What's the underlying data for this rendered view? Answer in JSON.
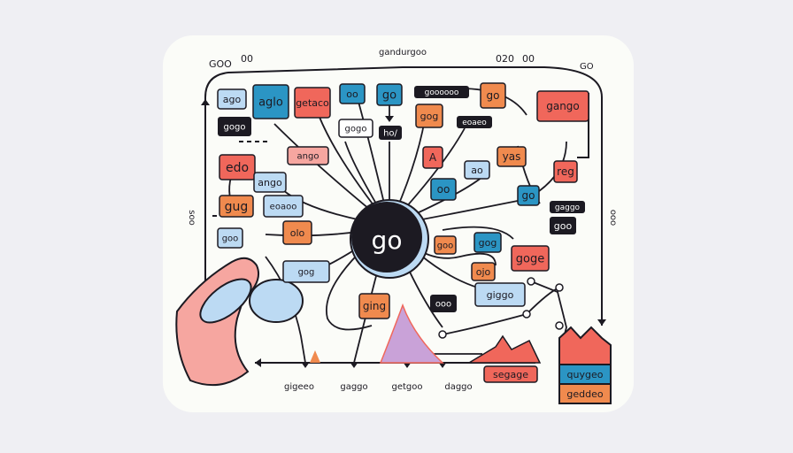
{
  "colors": {
    "background": "#efeff3",
    "card": "#fbfcf8",
    "ink": "#1c1a22",
    "coral": "#f0675b",
    "orange": "#f08a4e",
    "blue": "#2b95c4",
    "lightblue": "#bcdaf3",
    "pink": "#f6a6a0",
    "purple": "#c9a2d8",
    "black": "#1c1a22"
  },
  "center": {
    "label": "go"
  },
  "edge_labels": {
    "top_left": "GOO",
    "top_left_2": "00",
    "top_center": "gandurgoo",
    "top_right": "020",
    "top_right_2": "00",
    "top_far_right": "GO",
    "left_side": "soo",
    "right_side": "ooo"
  },
  "bottom_labels": [
    "gigeeo",
    "gaggo",
    "getgoo",
    "daggo"
  ],
  "nodes": [
    {
      "id": "n1",
      "label": "ago",
      "fill": "lightblue"
    },
    {
      "id": "n2",
      "label": "aglo",
      "fill": "blue"
    },
    {
      "id": "n3",
      "label": "getaco",
      "fill": "coral"
    },
    {
      "id": "n4",
      "label": "oo",
      "fill": "blue"
    },
    {
      "id": "n5",
      "label": "go",
      "fill": "blue"
    },
    {
      "id": "n6",
      "label": "goooooo",
      "fill": "black"
    },
    {
      "id": "n7",
      "label": "go",
      "fill": "orange"
    },
    {
      "id": "n8",
      "label": "gango",
      "fill": "coral"
    },
    {
      "id": "n9",
      "label": "gogo",
      "fill": "black"
    },
    {
      "id": "n10",
      "label": "gogo",
      "fill": "white"
    },
    {
      "id": "n11",
      "label": "ho/",
      "fill": "black"
    },
    {
      "id": "n12",
      "label": "gog",
      "fill": "orange"
    },
    {
      "id": "n13",
      "label": "eoaeo",
      "fill": "black"
    },
    {
      "id": "n14",
      "label": "ango",
      "fill": "pink"
    },
    {
      "id": "n15",
      "label": "edo",
      "fill": "coral"
    },
    {
      "id": "n16",
      "label": "A",
      "fill": "coral"
    },
    {
      "id": "n17",
      "label": "ao",
      "fill": "lightblue"
    },
    {
      "id": "n18",
      "label": "yas",
      "fill": "orange"
    },
    {
      "id": "n19",
      "label": "ango",
      "fill": "lightblue"
    },
    {
      "id": "n20",
      "label": "oo",
      "fill": "blue"
    },
    {
      "id": "n21",
      "label": "reg",
      "fill": "coral"
    },
    {
      "id": "n22",
      "label": "gug",
      "fill": "orange"
    },
    {
      "id": "n23",
      "label": "eoaoo",
      "fill": "lightblue"
    },
    {
      "id": "n24",
      "label": "go",
      "fill": "blue"
    },
    {
      "id": "n25",
      "label": "gaggo",
      "fill": "black"
    },
    {
      "id": "n26",
      "label": "goo",
      "fill": "lightblue"
    },
    {
      "id": "n27",
      "label": "olo",
      "fill": "orange"
    },
    {
      "id": "n28",
      "label": "goo",
      "fill": "black"
    },
    {
      "id": "n29",
      "label": "goo",
      "fill": "orange"
    },
    {
      "id": "n30",
      "label": "gog",
      "fill": "blue"
    },
    {
      "id": "n31",
      "label": "goge",
      "fill": "coral"
    },
    {
      "id": "n32",
      "label": "gog",
      "fill": "lightblue"
    },
    {
      "id": "n33",
      "label": "ojo",
      "fill": "orange"
    },
    {
      "id": "n34",
      "label": "giggo",
      "fill": "lightblue"
    },
    {
      "id": "n35",
      "label": "ging",
      "fill": "orange"
    },
    {
      "id": "n36",
      "label": "ooo",
      "fill": "black"
    },
    {
      "id": "n37",
      "label": "segage",
      "fill": "coral"
    }
  ],
  "castle": {
    "top_label": "quygeo",
    "bottom_label": "geddeo"
  }
}
